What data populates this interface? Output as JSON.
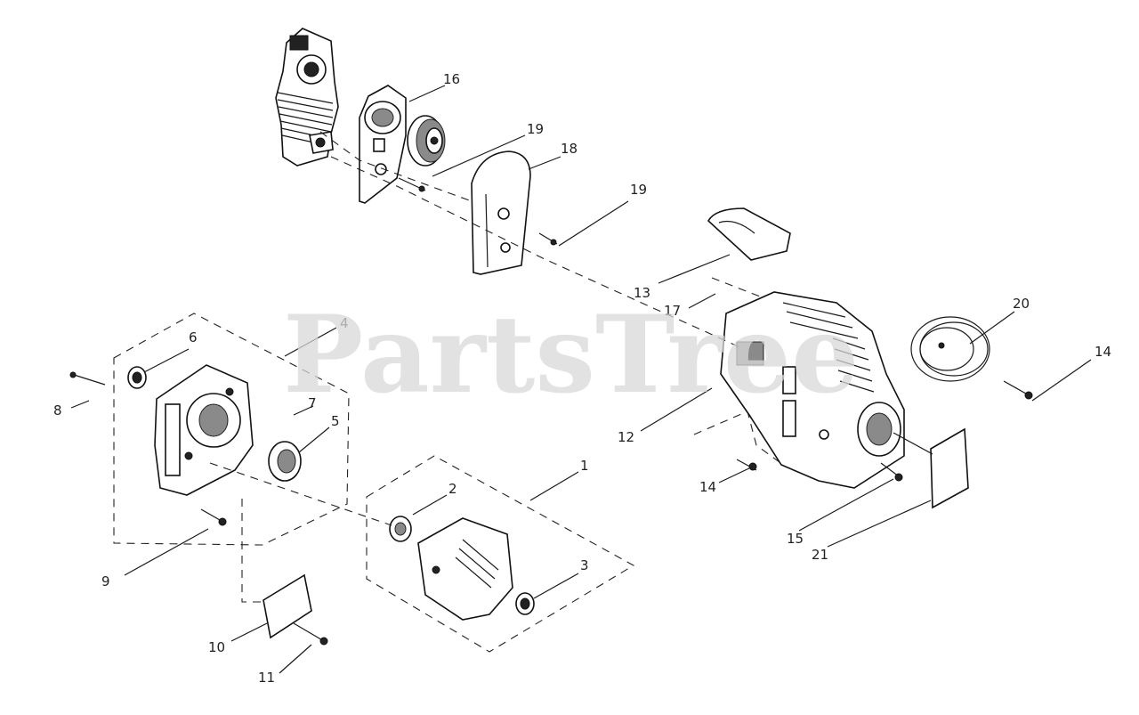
{
  "watermark": "PartsTree",
  "callouts": [
    "1",
    "2",
    "3",
    "4",
    "5",
    "6",
    "7",
    "8",
    "9",
    "10",
    "11",
    "12",
    "13",
    "14",
    "14",
    "15",
    "16",
    "17",
    "18",
    "19",
    "19",
    "20",
    "21"
  ]
}
